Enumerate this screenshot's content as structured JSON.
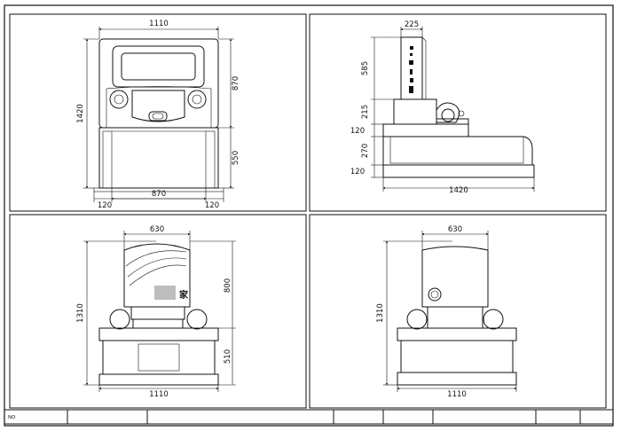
{
  "views": {
    "front": {
      "width_top": "1110",
      "height_total": "1420",
      "height_upper": "870",
      "height_lower": "550",
      "width_inner": "870",
      "side_left": "120",
      "side_right": "120"
    },
    "side": {
      "width_top": "225",
      "height_tablet": "585",
      "height_body": "215",
      "height_step1": "120",
      "height_base": "270",
      "height_step2": "120",
      "width_total": "1420"
    },
    "back_left": {
      "width_top": "630",
      "height_total": "1310",
      "height_upper": "800",
      "height_lower": "510",
      "width_base": "1110"
    },
    "back_right": {
      "width_top": "630",
      "height_total": "1310",
      "width_base": "1110"
    }
  },
  "title_block": {
    "no_label": "NO",
    "cells": [
      "",
      "",
      "",
      "",
      "",
      "",
      "",
      "",
      ""
    ]
  },
  "colors": {
    "line": "#111111",
    "paper": "#ffffff",
    "blur": "#bdbdbd"
  }
}
